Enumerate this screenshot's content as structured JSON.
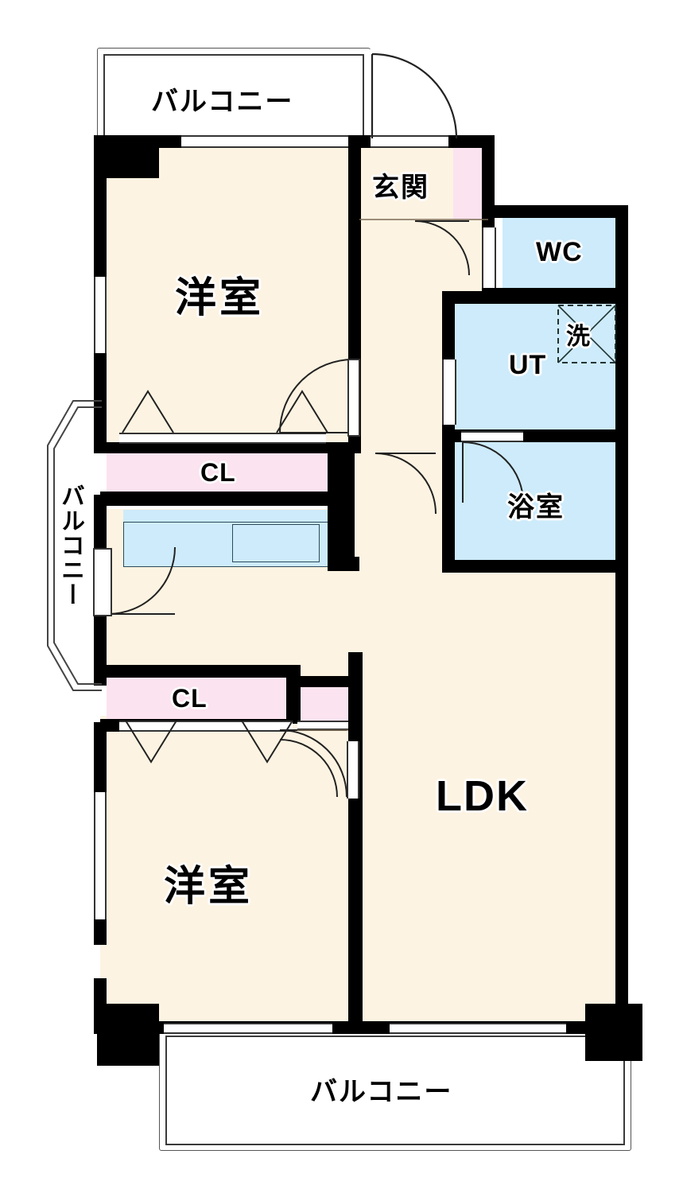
{
  "plan": {
    "title": "Apartment floor plan",
    "palette": {
      "wall": "#000000",
      "room_floor": "#FDF3E2",
      "wet_area": "#CDEBFB",
      "closet": "#FBE3EF",
      "background": "#ffffff",
      "line": "#333333"
    },
    "rooms": [
      {
        "id": "balcony-top",
        "label": "バルコニー",
        "type": "balcony"
      },
      {
        "id": "balcony-left",
        "label": "バルコニー",
        "type": "balcony"
      },
      {
        "id": "balcony-bottom",
        "label": "バルコニー",
        "type": "balcony"
      },
      {
        "id": "bedroom-upper",
        "label": "洋室",
        "type": "western-room"
      },
      {
        "id": "bedroom-lower",
        "label": "洋室",
        "type": "western-room"
      },
      {
        "id": "ldk",
        "label": "LDK",
        "type": "living-dining-kitchen"
      },
      {
        "id": "entrance",
        "label": "玄関",
        "type": "entrance"
      },
      {
        "id": "wc",
        "label": "WC",
        "type": "toilet"
      },
      {
        "id": "ut",
        "label": "UT",
        "type": "utility"
      },
      {
        "id": "bath",
        "label": "浴室",
        "type": "bathroom"
      },
      {
        "id": "closet-upper",
        "label": "CL",
        "type": "closet"
      },
      {
        "id": "closet-lower",
        "label": "CL",
        "type": "closet"
      }
    ],
    "fixtures": [
      {
        "id": "washer-space",
        "label": "洗",
        "type": "washing-machine-space"
      },
      {
        "id": "kitchen-counter",
        "label": "",
        "type": "kitchen-sink-counter"
      }
    ]
  }
}
